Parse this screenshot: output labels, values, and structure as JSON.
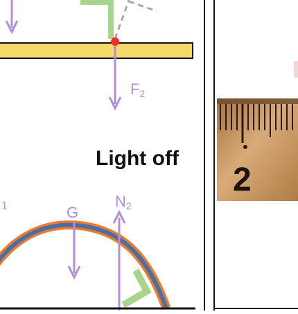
{
  "labels": {
    "force_top": {
      "main": "F",
      "sub": "2"
    },
    "section_title": "Light off",
    "normal_force": {
      "main": "N",
      "sub": "2"
    },
    "gravity": "G",
    "left_partial_subscript": "1",
    "ruler_mark": "2"
  },
  "colors": {
    "arrow": "#b38ce0",
    "beam_fill": "#f7d96b",
    "green_bracket": "#a8d58c",
    "dashed": "#a9a9a9",
    "contact_point": "#ff2b2b",
    "arch_outer": "#f07a2c",
    "arch_inner": "#4a6fa5",
    "divider": "#111111",
    "ruler_wood": "#c08d59"
  }
}
